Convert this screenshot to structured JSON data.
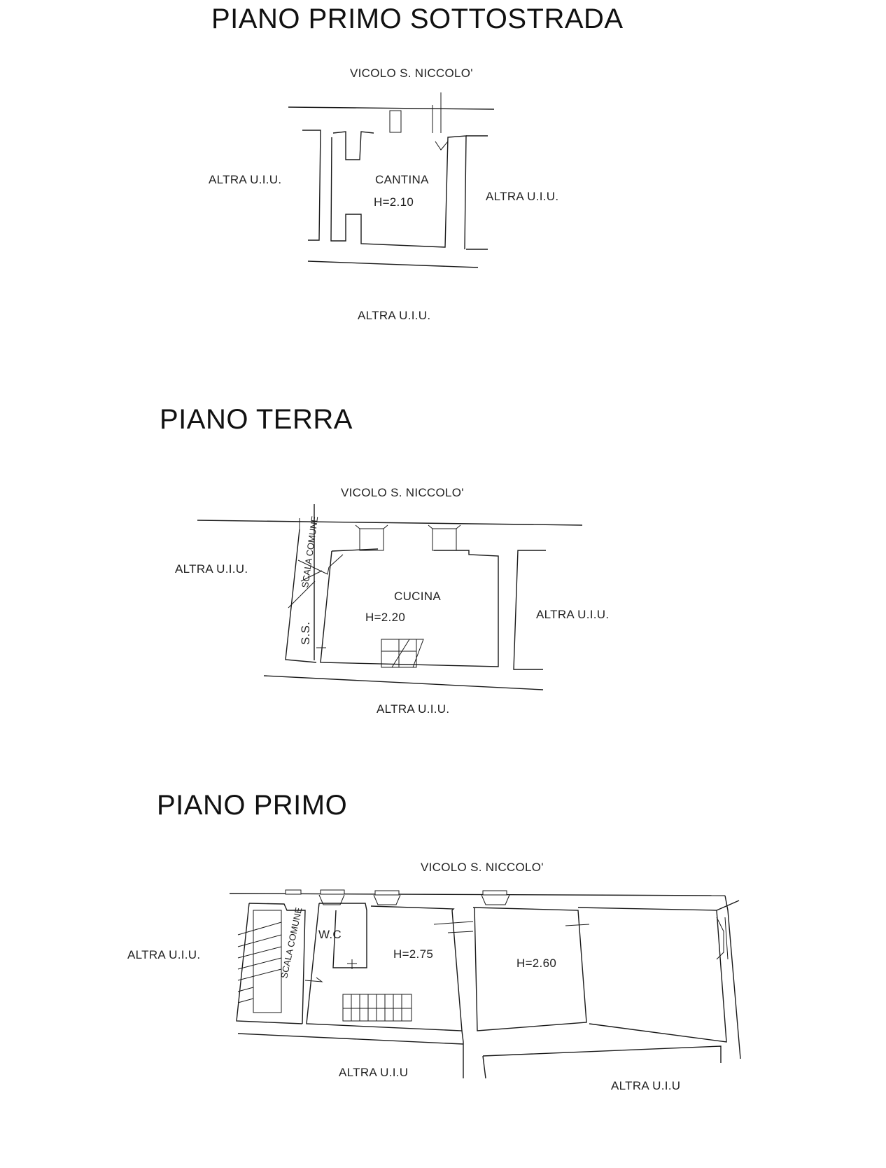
{
  "floors": [
    {
      "title": "PIANO PRIMO SOTTOSTRADA",
      "street": "VICOLO S. NICCOLO'",
      "left_neighbor": "ALTRA U.I.U.",
      "right_neighbor": "ALTRA U.I.U.",
      "bottom_neighbor": "ALTRA U.I.U.",
      "room_name": "CANTINA",
      "room_height": "H=2.10"
    },
    {
      "title": "PIANO TERRA",
      "street": "VICOLO S. NICCOLO'",
      "left_neighbor": "ALTRA U.I.U.",
      "right_neighbor": "ALTRA U.I.U.",
      "bottom_neighbor": "ALTRA U.I.U.",
      "room_name": "CUCINA",
      "room_height": "H=2.20",
      "stair_label": "SCALA COMUNE",
      "ss_label": "S.S."
    },
    {
      "title": "PIANO PRIMO",
      "street": "VICOLO S. NICCOLO'",
      "left_neighbor": "ALTRA U.I.U.",
      "bottom_neighbor_left": "ALTRA U.I.U",
      "bottom_neighbor_right": "ALTRA U.I.U",
      "wc_label": "W.C",
      "room_height_1": "H=2.75",
      "room_height_2": "H=2.60",
      "stair_label": "SCALA COMUNE"
    }
  ]
}
